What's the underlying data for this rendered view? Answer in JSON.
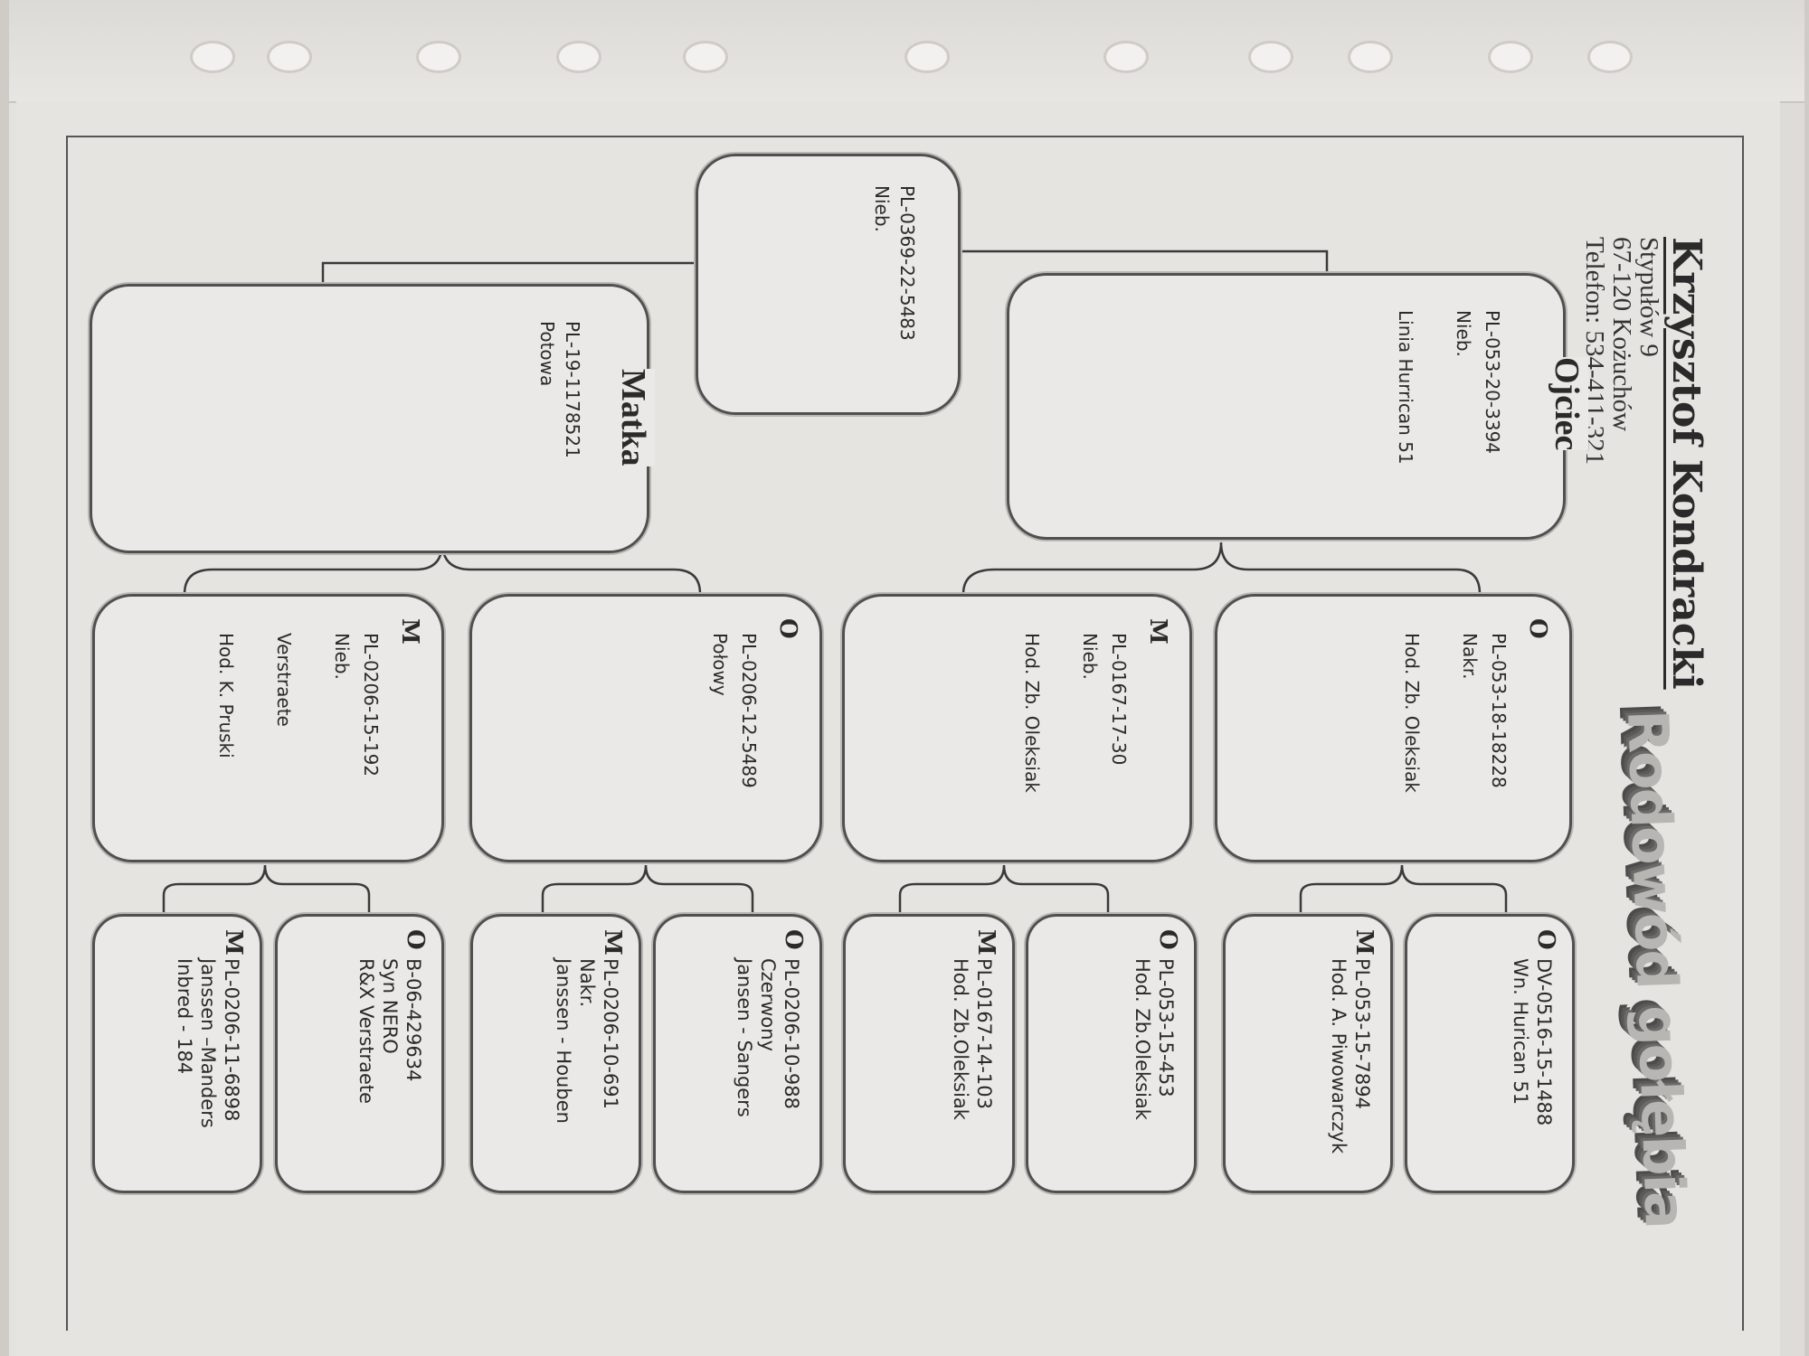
{
  "header": {
    "owner": "Krzysztof Kondracki",
    "address_line1": "Stypułów 9",
    "address_line2": "67-120 Kożuchów",
    "phone": "Telefon: 534-411-321"
  },
  "logo": "Rodowód gołębia",
  "father": {
    "label": "Ojciec",
    "ring": "PL-053-20-3394",
    "color": "Nieb.",
    "note": "Linia Hurrican 51"
  },
  "mother": {
    "label": "Matka",
    "ring": "PL-19-1178521",
    "color": "Potowa"
  },
  "mate": {
    "ring": "PL-0369-22-5483",
    "color": "Nieb."
  },
  "gen2": [
    {
      "sex": "O",
      "ring": "PL-053-18-18228",
      "color": "Nakr.",
      "breeder": "Hod. Zb. Oleksiak"
    },
    {
      "sex": "M",
      "ring": "PL-0167-17-30",
      "color": "Nieb.",
      "breeder": "Hod. Zb. Oleksiak"
    },
    {
      "sex": "O",
      "ring": "PL-0206-12-5489",
      "color": "Połowy"
    },
    {
      "sex": "M",
      "ring": "PL-0206-15-192",
      "color": "Nieb.",
      "line": "Verstraete",
      "breeder": "Hod. K. Pruski"
    }
  ],
  "gen3": [
    {
      "sex": "O",
      "lines": [
        "DV-0516-15-1488",
        "Wn. Hurican 51"
      ]
    },
    {
      "sex": "M",
      "lines": [
        "PL-053-15-7894",
        "Hod. A. Piwowarczyk"
      ]
    },
    {
      "sex": "O",
      "lines": [
        "PL-053-15-453",
        "Hod. Zb.Oleksiak"
      ]
    },
    {
      "sex": "M",
      "lines": [
        "PL-0167-14-103",
        "Hod. Zb.Oleksiak"
      ]
    },
    {
      "sex": "O",
      "lines": [
        "PL-0206-10-988",
        "Czerwony",
        "Jansen - Sangers"
      ]
    },
    {
      "sex": "M",
      "lines": [
        "PL-0206-10-691",
        "Nakr.",
        "Janssen - Houben"
      ]
    },
    {
      "sex": "O",
      "lines": [
        "B-06-429634",
        "Syn NERO",
        "R&X Verstraete"
      ]
    },
    {
      "sex": "M",
      "lines": [
        "PL-0206-11-6898",
        "Janssen –Manders",
        "Inbred - 184"
      ]
    }
  ]
}
